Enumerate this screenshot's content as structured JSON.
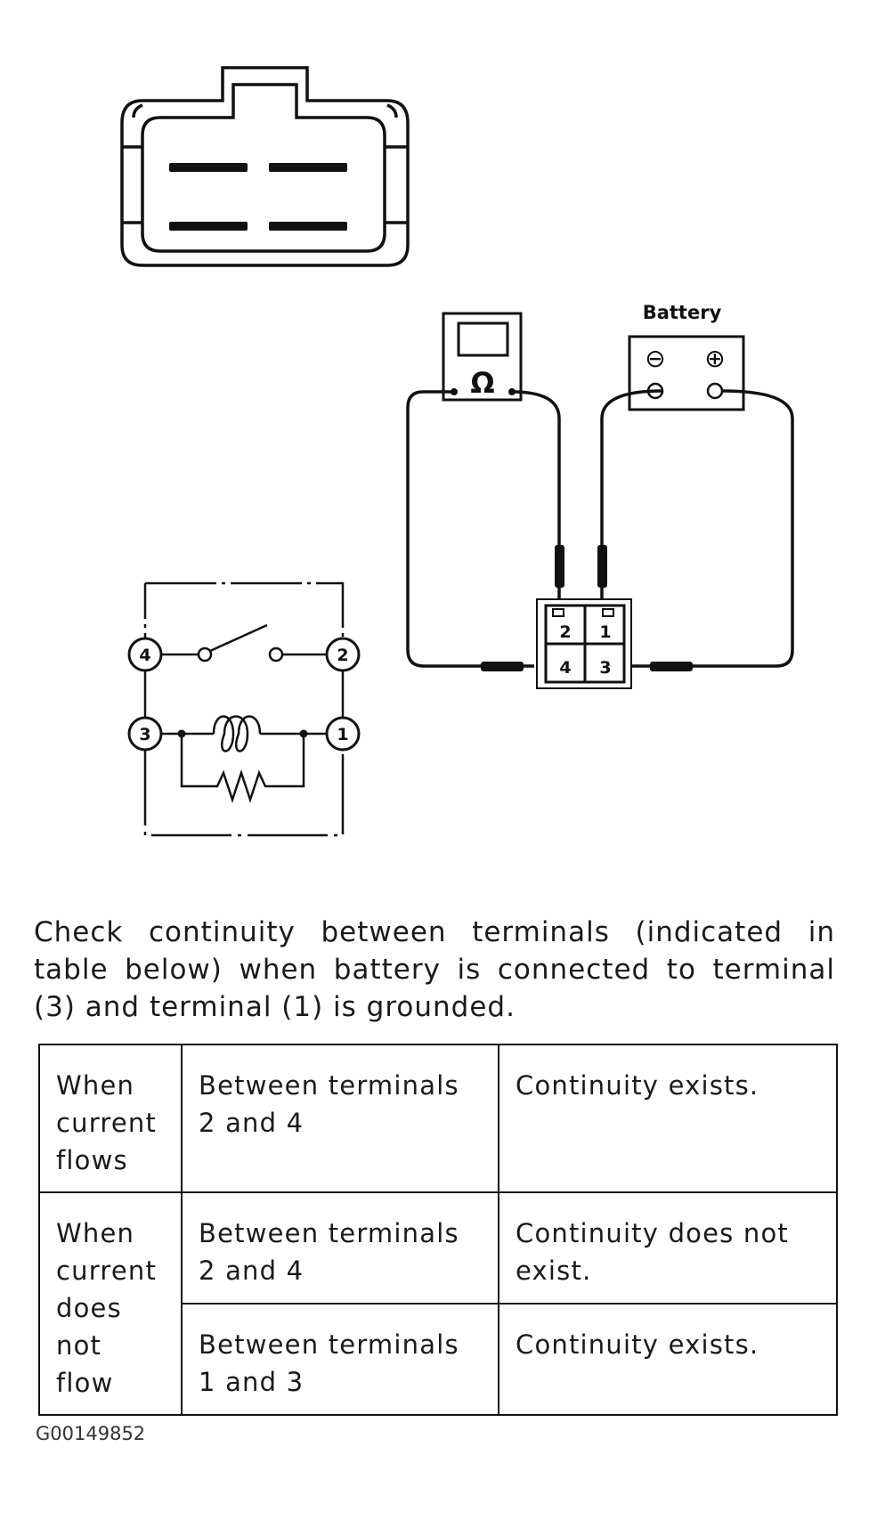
{
  "diagram": {
    "battery_label": "Battery",
    "minus_symbol": "⊖",
    "plus_symbol": "⊕",
    "ohmmeter_symbol": "Ω",
    "connector_terminals": [
      "2",
      "1",
      "4",
      "3"
    ],
    "schematic_terminals": [
      "4",
      "2",
      "3",
      "1"
    ]
  },
  "description": "Check continuity between terminals (indicated in table below) when battery is connected to terminal (3) and terminal (1) is grounded.",
  "table": {
    "rows": [
      {
        "condition": "When current flows",
        "terminals": "Between terminals 2 and 4",
        "result": "Continuity exists."
      },
      {
        "condition": "When current does not flow",
        "terminals": "Between terminals 2 and 4",
        "result": "Continuity does not exist."
      },
      {
        "terminals": "Between terminals 1 and 3",
        "result": "Continuity exists."
      }
    ]
  },
  "figure_id": "G00149852"
}
